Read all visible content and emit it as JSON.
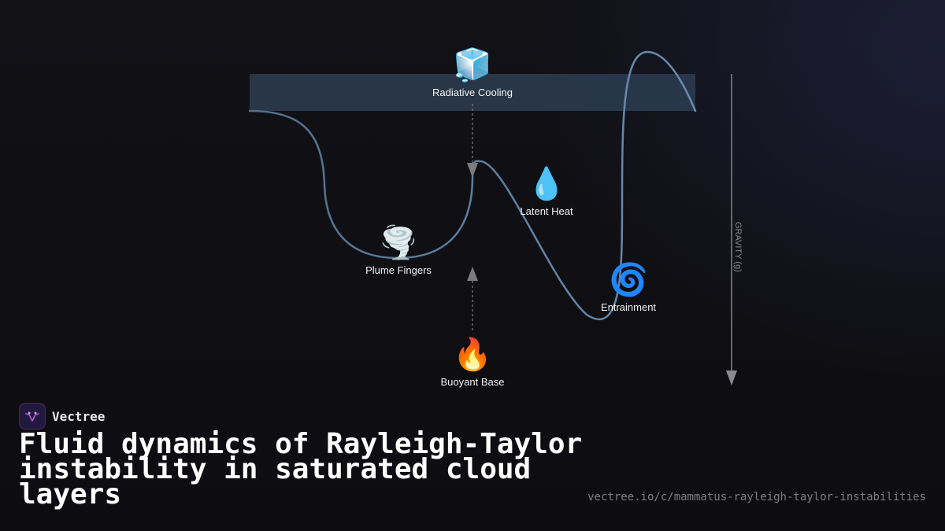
{
  "diagram": {
    "nodes": [
      {
        "id": "radiative-cooling",
        "label": "Radiative Cooling",
        "icon": "ice-cube-icon",
        "glyph": "🧊"
      },
      {
        "id": "latent-heat",
        "label": "Latent Heat",
        "icon": "droplet-icon",
        "glyph": "💧"
      },
      {
        "id": "plume-fingers",
        "label": "Plume Fingers",
        "icon": "tornado-icon",
        "glyph": "🌪️"
      },
      {
        "id": "entrainment",
        "label": "Entrainment",
        "icon": "cyclone-icon",
        "glyph": "🌀"
      },
      {
        "id": "buoyant-base",
        "label": "Buoyant Base",
        "icon": "fire-icon",
        "glyph": "🔥"
      }
    ],
    "gravity_label": "GRAVITY (g)",
    "colors": {
      "band": "#2a3a4d",
      "curve_left": "#4f6f8c",
      "curve_right": "#6a8cb0",
      "arrow": "#7a7a7f",
      "gravity": "#8a8a90"
    }
  },
  "brand": {
    "name": "Vectree",
    "logo_icon": "vectree-logo-icon",
    "logo_color": "#b45ad9"
  },
  "title": "Fluid dynamics of Rayleigh-Taylor instability in saturated cloud layers",
  "url": "vectree.io/c/mammatus-rayleigh-taylor-instabilities"
}
